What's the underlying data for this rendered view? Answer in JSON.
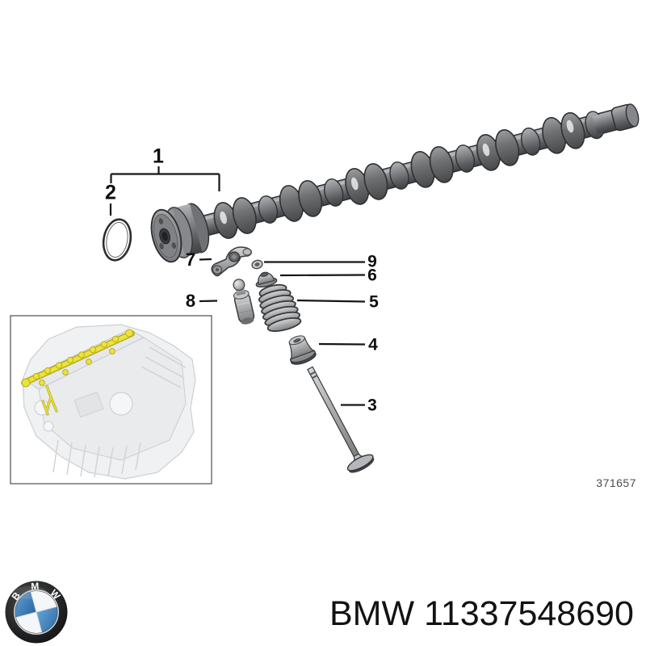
{
  "page": {
    "background_color": "#ffffff"
  },
  "diagram": {
    "callout_labels": [
      "1",
      "2",
      "3",
      "4",
      "5",
      "6",
      "7",
      "8",
      "9"
    ],
    "drawing_number": "371657",
    "camshaft_gray": "#77797c",
    "outline_color": "#2e3032",
    "highlight_yellow": "#ece33b"
  },
  "footer": {
    "brand": "BMW",
    "part_number": "11337548690",
    "logo_icon": "bmw-roundel-icon",
    "logo_blue": "#3b7cb8",
    "logo_ring": "#101112"
  }
}
